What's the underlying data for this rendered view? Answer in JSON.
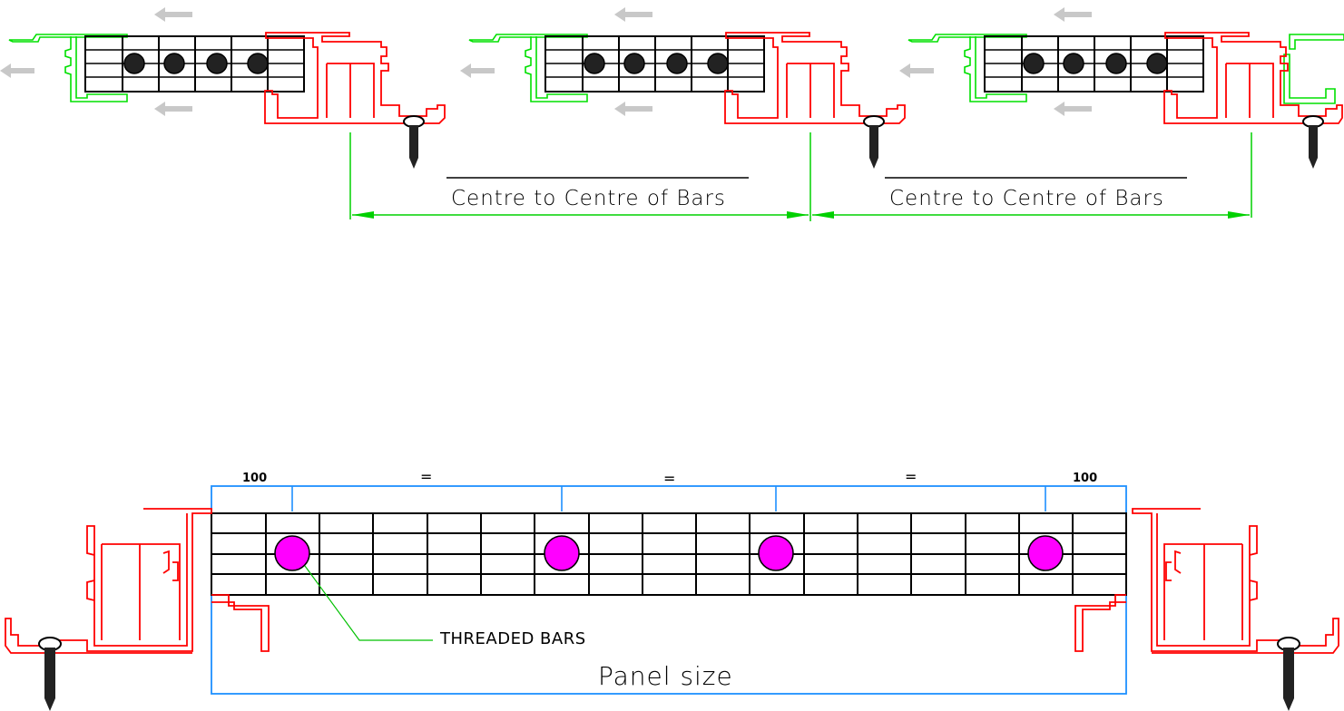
{
  "diagram": {
    "top_dimension_labels": [
      "Centre to Centre of Bars",
      "Centre to Centre of Bars"
    ],
    "spacing_labels": [
      "100",
      "=",
      "=",
      "=",
      "100"
    ],
    "callout_label": "THREADED BARS",
    "panel_label": "Panel size"
  },
  "colors": {
    "frame": "#ff0000",
    "interlock": "#00e000",
    "dimension_top": "#00d000",
    "dimension_panel": "#1e90ff",
    "threaded_bar": "#ff00ff",
    "arrow": "#c8c8c8",
    "outline": "#000000"
  }
}
